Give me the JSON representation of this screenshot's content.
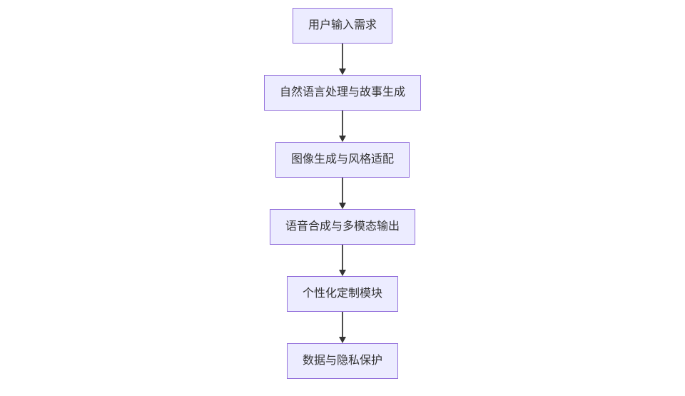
{
  "diagram": {
    "type": "flowchart",
    "direction": "top-down",
    "background_color": "#ffffff",
    "node_fill_color": "#ECECFF",
    "node_border_color": "#9370DB",
    "node_text_color": "#333333",
    "arrow_color": "#333333",
    "nodes": [
      {
        "label": "用户输入需求"
      },
      {
        "label": "自然语言处理与故事生成"
      },
      {
        "label": "图像生成与风格适配"
      },
      {
        "label": "语音合成与多模态输出"
      },
      {
        "label": "个性化定制模块"
      },
      {
        "label": "数据与隐私保护"
      }
    ],
    "edges": [
      {
        "from": "用户输入需求",
        "to": "自然语言处理与故事生成"
      },
      {
        "from": "自然语言处理与故事生成",
        "to": "图像生成与风格适配"
      },
      {
        "from": "图像生成与风格适配",
        "to": "语音合成与多模态输出"
      },
      {
        "from": "语音合成与多模态输出",
        "to": "个性化定制模块"
      },
      {
        "from": "个性化定制模块",
        "to": "数据与隐私保护"
      }
    ]
  }
}
